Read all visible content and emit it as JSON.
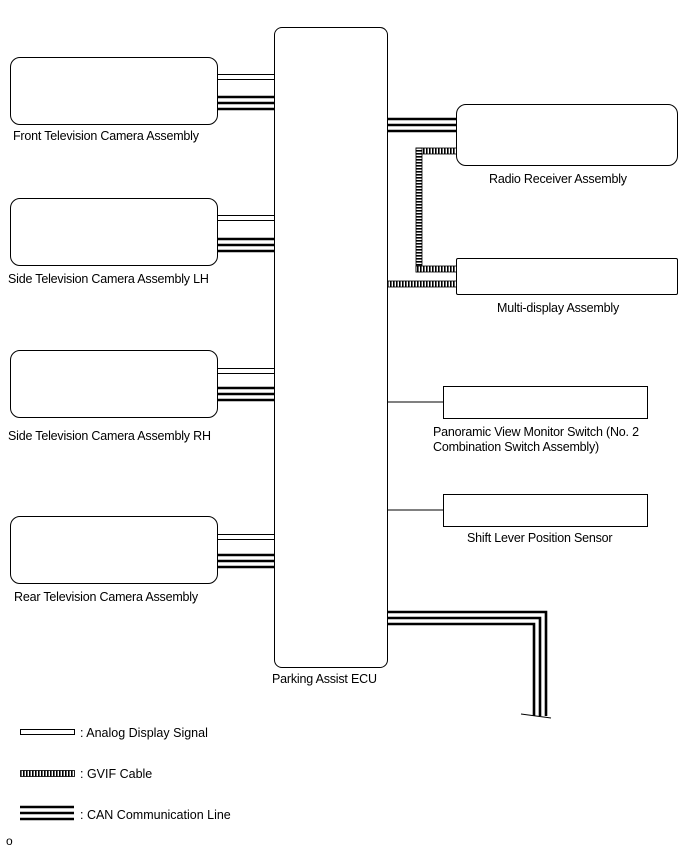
{
  "components": {
    "ecu": "Parking Assist ECU",
    "front_camera": "Front Television Camera Assembly",
    "side_camera_lh": "Side Television Camera Assembly LH",
    "side_camera_rh": "Side Television Camera Assembly RH",
    "rear_camera": "Rear Television Camera Assembly",
    "radio_receiver": "Radio Receiver Assembly",
    "multi_display": "Multi-display Assembly",
    "panoramic_switch_line1": "Panoramic View Monitor Switch (No. 2",
    "panoramic_switch_line2": "Combination Switch Assembly)",
    "shift_sensor": "Shift Lever Position Sensor"
  },
  "legend": {
    "analog": ": Analog Display Signal",
    "gvif": ": GVIF Cable",
    "can": ": CAN Communication Line"
  },
  "footer": {
    "mark": "o"
  }
}
